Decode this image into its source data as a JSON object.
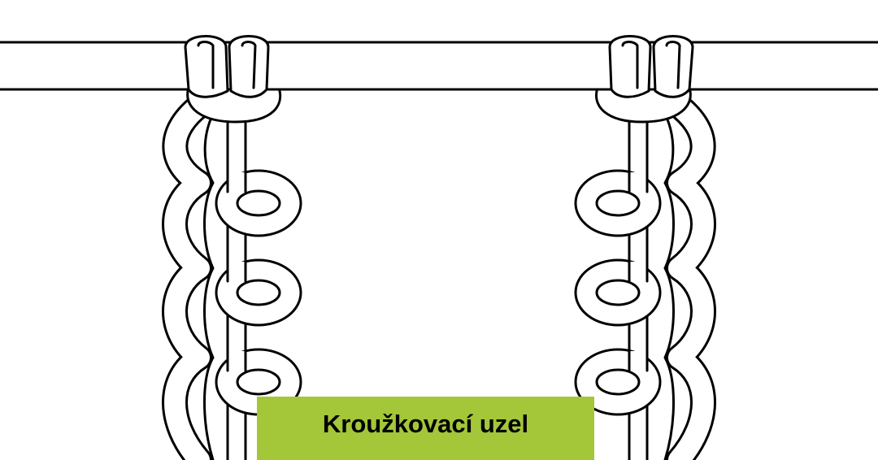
{
  "caption": {
    "text": "Kroužkovací uzel"
  },
  "colors": {
    "background": "#ffffff",
    "line": "#000000",
    "caption_background": "#a4c639",
    "caption_text": "#000000"
  },
  "illustration": {
    "rod_icon": "horizontal-rod",
    "cord_icon": "knotted-cord",
    "cord_count": 2
  }
}
